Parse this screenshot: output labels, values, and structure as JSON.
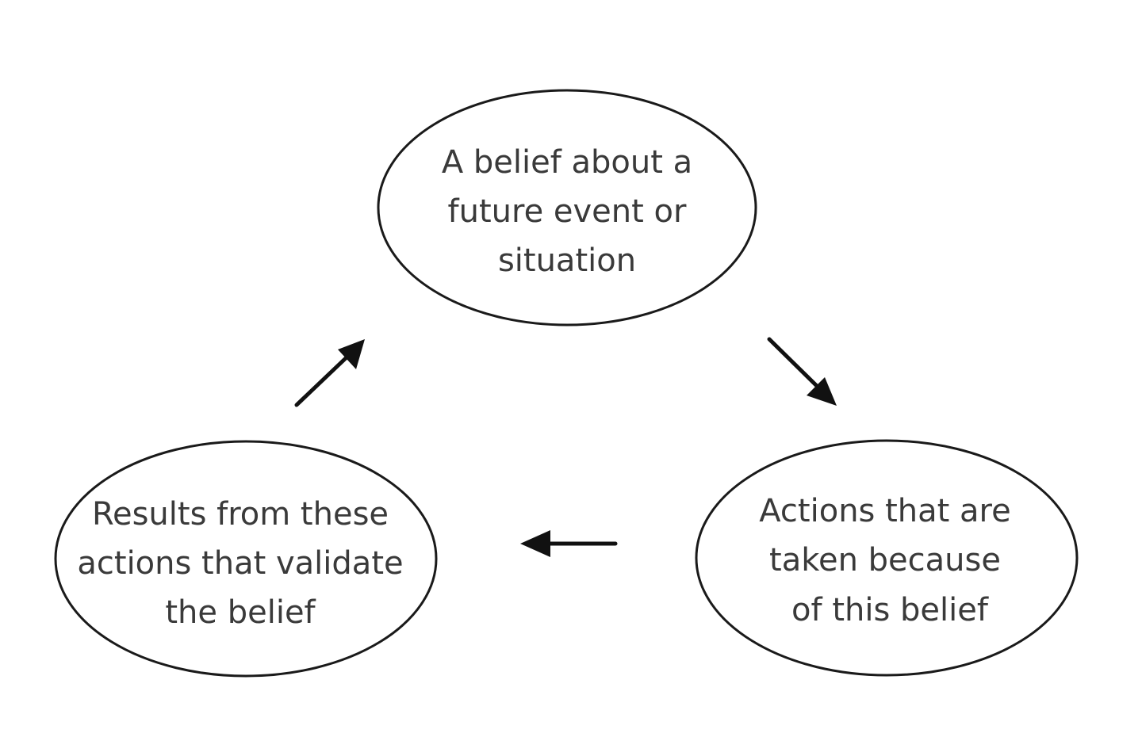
{
  "nodes": {
    "belief": {
      "lines": [
        "A belief about a",
        "future event or",
        "situation"
      ]
    },
    "actions": {
      "lines": [
        "Actions that are",
        "taken because",
        "of this belief"
      ]
    },
    "results": {
      "lines": [
        "Results from these",
        "actions that validate",
        "the belief"
      ]
    }
  },
  "edges": [
    {
      "from": "belief",
      "to": "actions"
    },
    {
      "from": "actions",
      "to": "results"
    },
    {
      "from": "results",
      "to": "belief"
    }
  ],
  "colors": {
    "stroke": "#1a1a1a",
    "text": "#3a3a3a",
    "arrow": "#111111",
    "background": "#ffffff"
  }
}
